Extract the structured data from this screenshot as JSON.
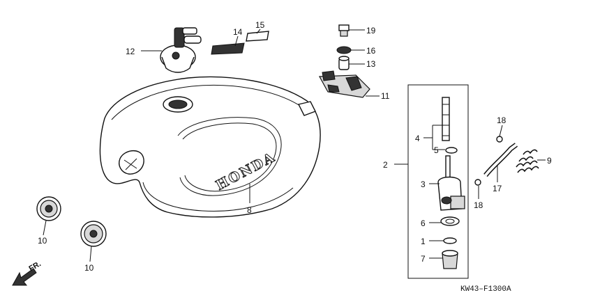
{
  "diagram": {
    "code": "KW43–F1300A",
    "direction_label": "FR.",
    "tank_brand": "HONDA",
    "labels": {
      "c1": "1",
      "c2": "2",
      "c3": "3",
      "c4": "4",
      "c5": "5",
      "c6": "6",
      "c7": "7",
      "c8": "8",
      "c9": "9",
      "c10a": "10",
      "c10b": "10",
      "c11": "11",
      "c12": "12",
      "c13": "13",
      "c14": "14",
      "c15": "15",
      "c16": "16",
      "c17": "17",
      "c18a": "18",
      "c18b": "18",
      "c19": "19"
    }
  }
}
